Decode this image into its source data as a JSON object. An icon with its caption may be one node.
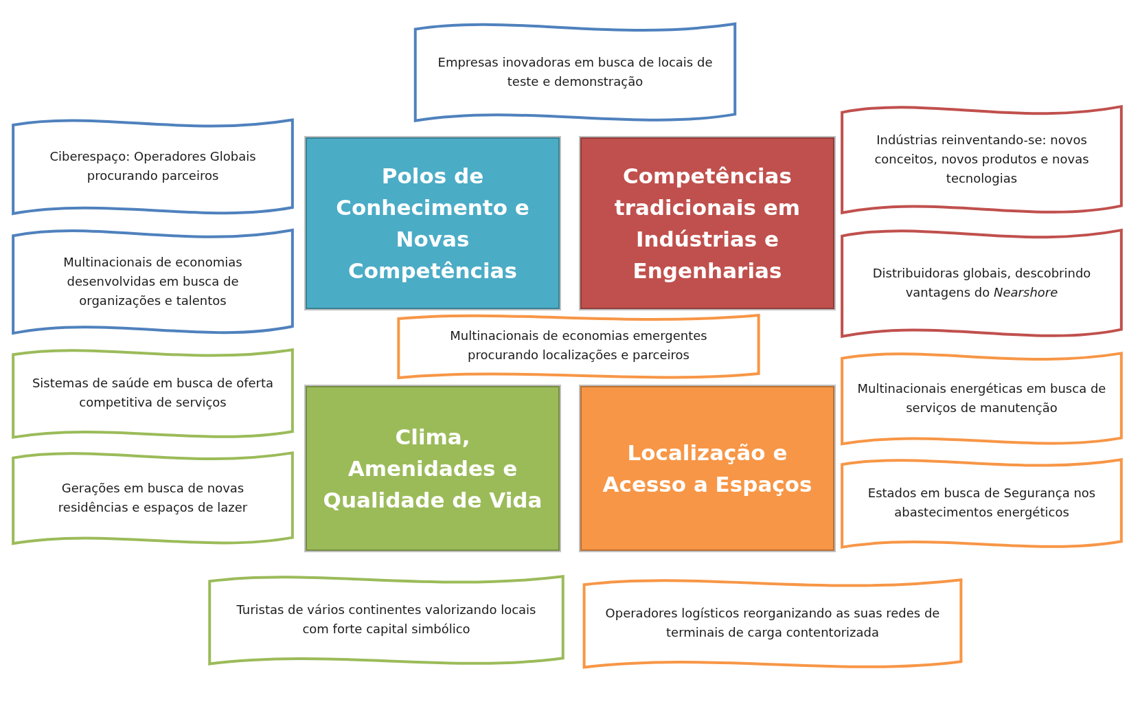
{
  "diagram": {
    "nodes": [
      {
        "text": [
          "Empresas inovadoras em busca de locais de teste e demonstração"
        ]
      },
      {
        "text": [
          "Ciberespaço: Operadores Globais procurando parceiros"
        ]
      },
      {
        "text": [
          "Polos de Conhecimento e Novas Competências"
        ]
      },
      {
        "text": [
          "Competências tradicionais em Indústrias e Engenharias"
        ]
      },
      {
        "text": [
          "Indústrias reinventando-se: novos conceitos, novos produtos e novas tecnologias"
        ]
      },
      {
        "text": [
          "Multinacionais de economias desenvolvidas em busca de organizações e talentos"
        ]
      },
      {
        "text": [
          "Distribuidoras globais, descobrindo vantagens do *Nearshore*"
        ]
      },
      {
        "text": [
          "Multinacionais de economias emergentes procurando localizações e parceiros"
        ]
      },
      {
        "text": [
          "Sistemas de saúde em busca de oferta competitiva de serviços"
        ]
      },
      {
        "text": [
          "Clima, Amenidades e Qualidade de Vida"
        ]
      },
      {
        "text": [
          "Localização e Acesso a Espaços"
        ]
      },
      {
        "text": [
          "Multinacionais energéticas em busca de serviços de manutenção"
        ]
      },
      {
        "text": [
          "Gerações em busca de novas residências e espaços de lazer"
        ]
      },
      {
        "text": [
          "Estados em busca de Segurança nos abastecimentos energéticos"
        ]
      },
      {
        "text": [
          "Turistas de vários continentes valorizando locais com forte capital simbólico"
        ]
      },
      {
        "text": [
          "Operadores logísticos reorganizando as suas redes de terminais de carga contentorizada"
        ]
      }
    ]
  }
}
